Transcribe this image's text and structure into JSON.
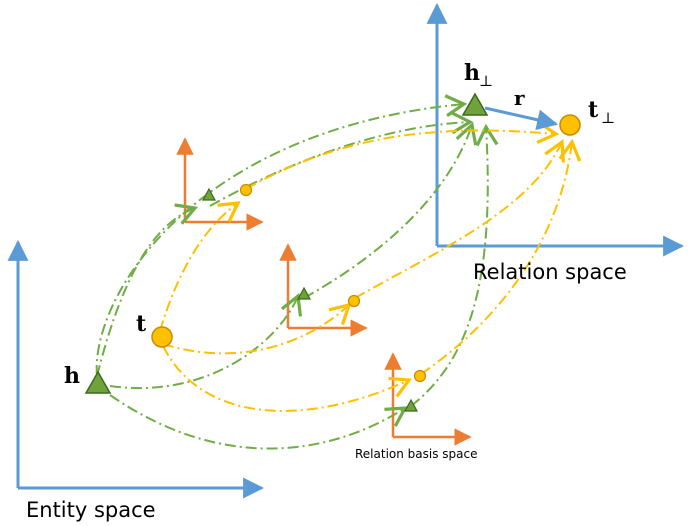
{
  "labels": {
    "entity_space": "Entity space",
    "relation_space": "Relation space",
    "relation_basis_space": "Relation basis space",
    "h": "h",
    "t": "t",
    "h_perp": "h",
    "t_perp": "t",
    "perp_symbol": "⊥",
    "r": "r"
  },
  "colors": {
    "axis_blue": "#5b9bd5",
    "axis_orange": "#ed7d31",
    "green_triangle": "#70a23c",
    "green_dark": "#3a6a1c",
    "yellow_circle": "#ffc000",
    "yellow_edge": "#c98a00",
    "green_path": "#70ad47",
    "yellow_path": "#ffc000"
  }
}
